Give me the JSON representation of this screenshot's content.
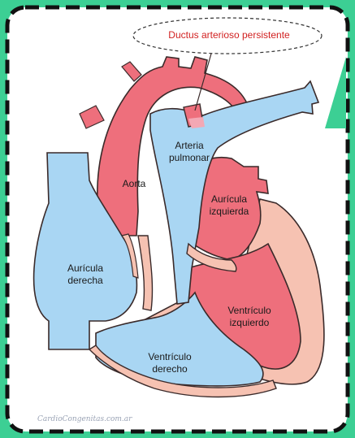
{
  "diagram": {
    "callout": "Ductus arterioso persistente",
    "labels": {
      "arteria_pulmonar": [
        "Arteria",
        "pulmonar"
      ],
      "aorta": "Aorta",
      "auricula_izquierda": [
        "Aurícula",
        "izquierda"
      ],
      "auricula_derecha": [
        "Aurícula",
        "derecha"
      ],
      "ventriculo_izquierdo": [
        "Ventrículo",
        "izquierdo"
      ],
      "ventriculo_derecho": [
        "Ventrículo",
        "derecho"
      ]
    },
    "watermark": "CardioCongenitas.com.ar"
  },
  "colors": {
    "frame_green": "#3ccf94",
    "oxygenated_red": "#ee6f7c",
    "deoxygenated_blue": "#a9d6f3",
    "wall_pink": "#f6c2b2",
    "outline": "#3a2a2a",
    "callout_red": "#d11f1f"
  }
}
